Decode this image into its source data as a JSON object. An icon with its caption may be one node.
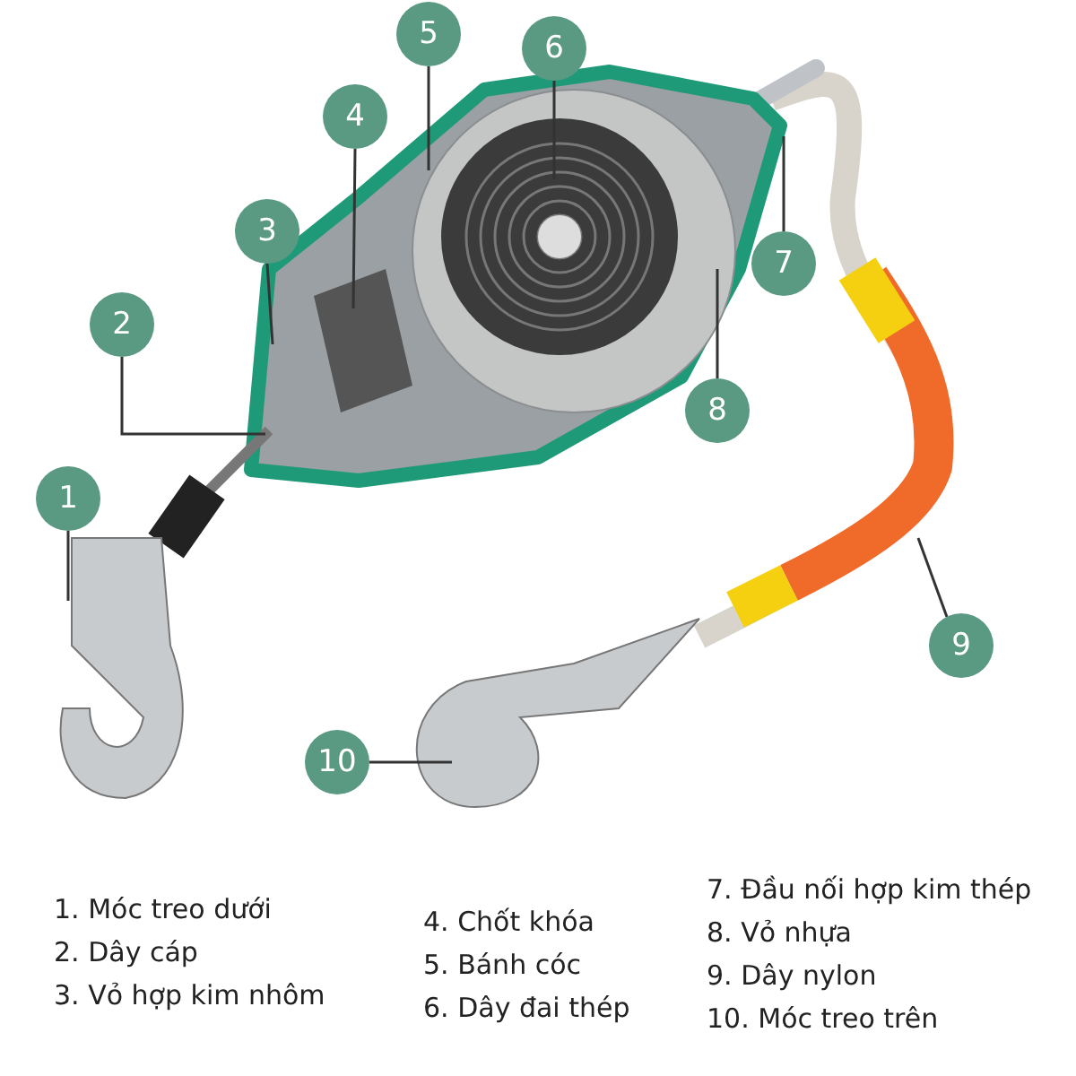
{
  "diagram": {
    "nodes": [
      {
        "text": [
          "1"
        ]
      },
      {
        "text": [
          "2"
        ]
      },
      {
        "text": [
          "3"
        ]
      },
      {
        "text": [
          "4"
        ]
      },
      {
        "text": [
          "5"
        ]
      },
      {
        "text": [
          "6"
        ]
      },
      {
        "text": [
          "7"
        ]
      },
      {
        "text": [
          "8"
        ]
      },
      {
        "text": [
          "9"
        ]
      },
      {
        "text": [
          "10"
        ]
      }
    ],
    "edges": [
      {
        "from": 0,
        "to": null,
        "arrow": "none"
      },
      {
        "from": 1,
        "to": null,
        "arrow": "none"
      },
      {
        "from": 2,
        "to": null,
        "arrow": "none"
      },
      {
        "from": 3,
        "to": null,
        "arrow": "none"
      },
      {
        "from": 4,
        "to": null,
        "arrow": "none"
      },
      {
        "from": 5,
        "to": null,
        "arrow": "none"
      },
      {
        "from": 6,
        "to": null,
        "arrow": "none"
      },
      {
        "from": 7,
        "to": null,
        "arrow": "none"
      },
      {
        "from": 8,
        "to": null,
        "arrow": "none"
      },
      {
        "from": 9,
        "to": null,
        "arrow": "none"
      }
    ],
    "labels": [
      "1. Móc treo dưới",
      "2. Dây cáp",
      "3. Vỏ hợp kim nhôm",
      "4. Chốt khóa",
      "5. Bánh cóc",
      "6. Dây đai thép",
      "7. Đầu nối hợp kim thép",
      "8. Vỏ nhựa",
      "9. Dây nylon",
      "10. Móc treo trên"
    ]
  }
}
